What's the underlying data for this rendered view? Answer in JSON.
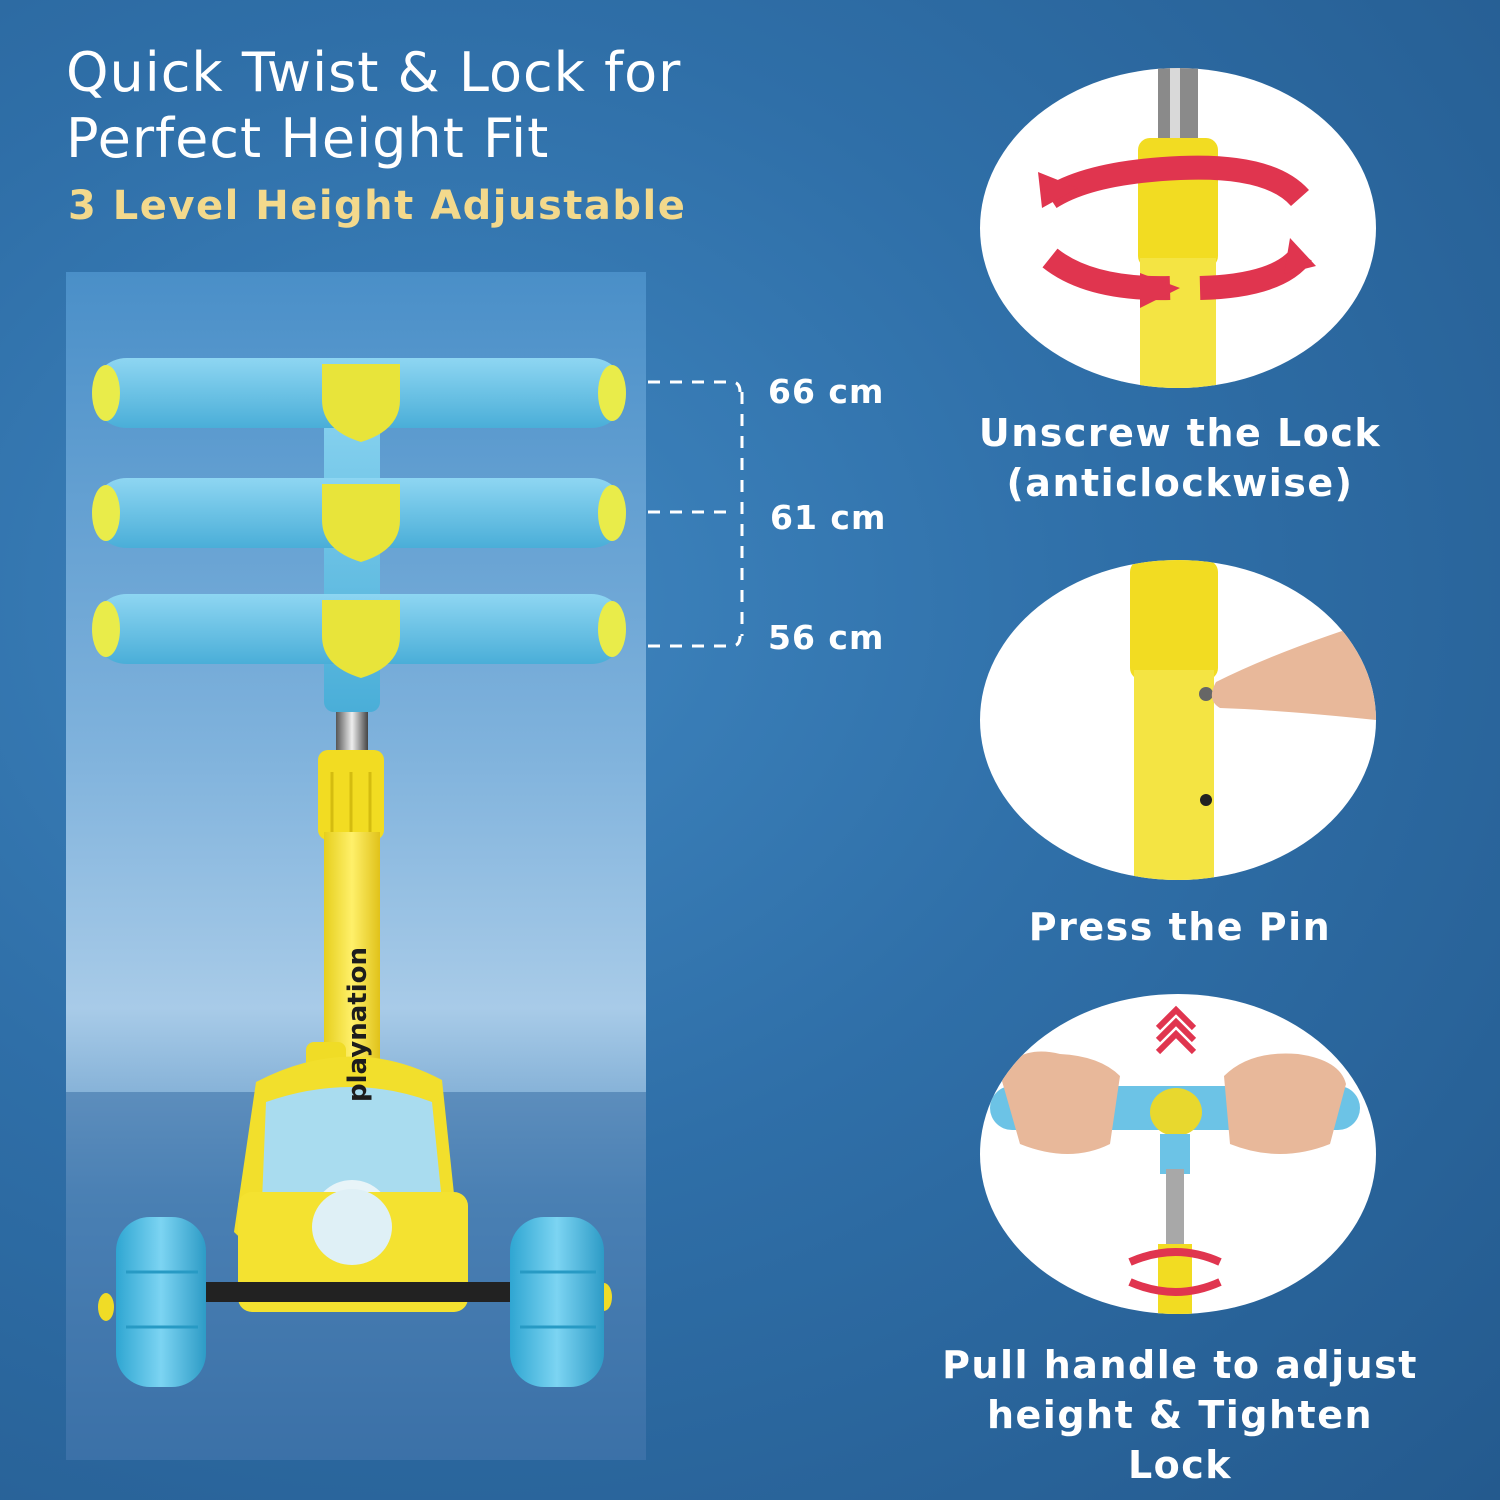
{
  "header": {
    "title_line1": "Quick Twist & Lock for",
    "title_line2": "Perfect Height Fit",
    "subtitle": "3 Level Height Adjustable"
  },
  "product": {
    "brand_text": "playnation"
  },
  "heights": [
    "66 cm",
    "61 cm",
    "56 cm"
  ],
  "steps": [
    {
      "caption_line1": "Unscrew the Lock",
      "caption_line2": "(anticlockwise)",
      "icon": "rotate-arrows-icon"
    },
    {
      "caption_line1": "Press the Pin",
      "icon": "finger-press-icon"
    },
    {
      "caption_line1": "Pull handle to adjust",
      "caption_line2": "height & Tighten Lock",
      "icon": "chevron-up-icon"
    }
  ],
  "colors": {
    "background": "#2f6fa8",
    "subtitle": "#f3d98c",
    "scooter_yellow": "#f5e23a",
    "scooter_blue": "#6cc3e6",
    "arrow_red": "#e0354f"
  }
}
